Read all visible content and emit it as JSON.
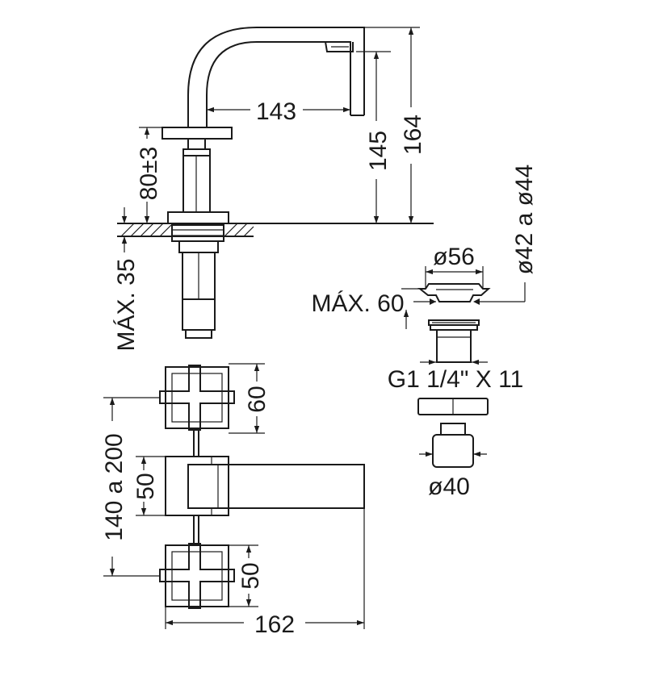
{
  "dimensions": {
    "spout_reach": "143",
    "spout_height": "145",
    "total_height": "164",
    "handle_height": "80±3",
    "max_counter_thickness": "MÁX. 35",
    "drain_flange_diameter": "ø56",
    "drain_hole_range": "ø42 a ø44",
    "drain_max_thickness": "MÁX. 60",
    "drain_thread": "G1 1/4\" X 11",
    "drain_knob_diameter": "ø40",
    "handle_width_top": "60",
    "spout_body_width": "50",
    "center_distance": "140 a 200",
    "handle_width_bottom": "50",
    "plan_length": "162"
  }
}
